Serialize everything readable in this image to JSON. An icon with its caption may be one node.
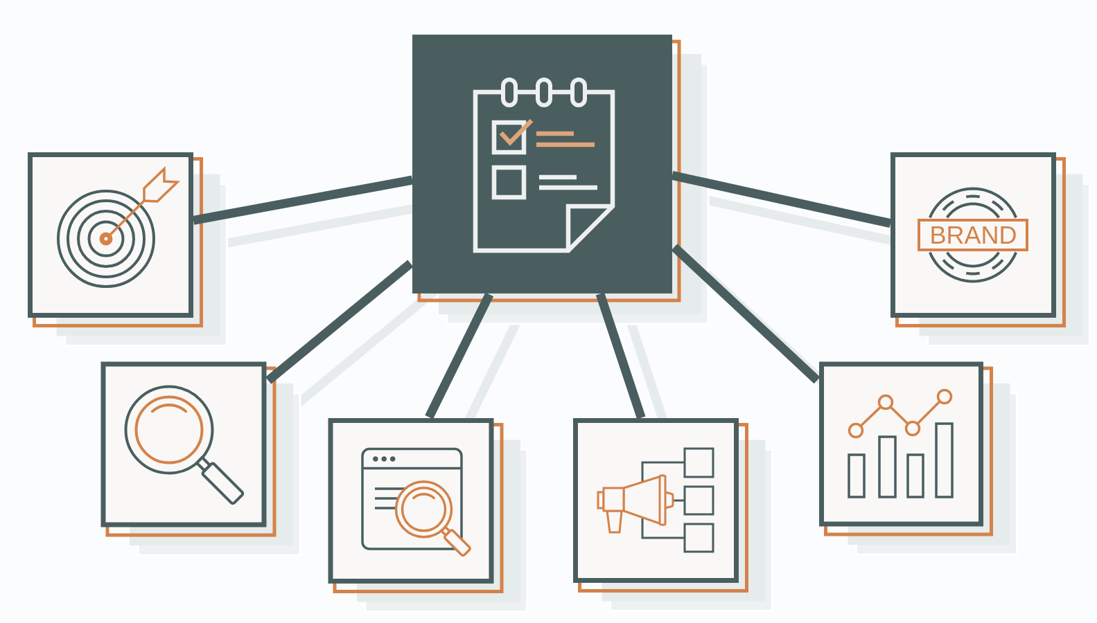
{
  "diagram": {
    "nodes": [
      {
        "text": [],
        "shape": "picture"
      },
      {
        "text": [],
        "shape": "picture"
      },
      {
        "text": [
          "BRAND"
        ]
      },
      {
        "text": [],
        "shape": "picture"
      },
      {
        "text": [],
        "shape": "picture"
      },
      {
        "text": [],
        "shape": "picture"
      },
      {
        "text": [],
        "shape": "picture"
      }
    ],
    "edges": [
      {
        "from": 0,
        "to": 1,
        "arrow": "none"
      },
      {
        "from": 0,
        "to": 2,
        "arrow": "none"
      },
      {
        "from": 0,
        "to": 3,
        "arrow": "none"
      },
      {
        "from": 0,
        "to": 4,
        "arrow": "none"
      },
      {
        "from": 0,
        "to": 5,
        "arrow": "none"
      },
      {
        "from": 0,
        "to": 6,
        "arrow": "none"
      }
    ]
  }
}
